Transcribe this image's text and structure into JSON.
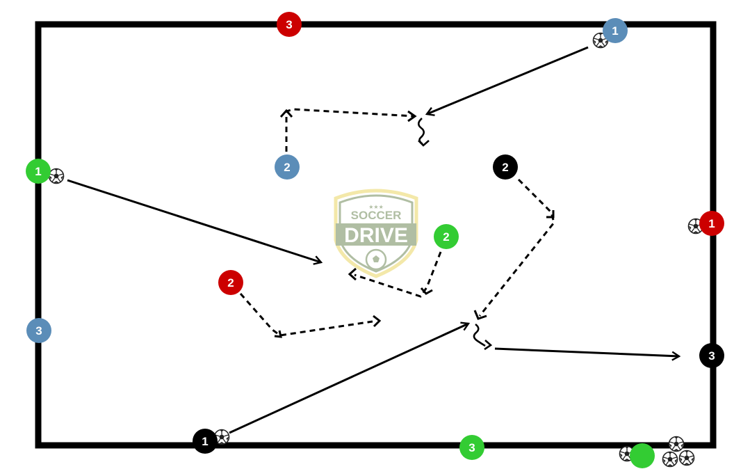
{
  "colors": {
    "field_line": "#000000",
    "red": "#cc0000",
    "blue": "#5b8db8",
    "green": "#33cc33",
    "black": "#000000",
    "player_text": "#ffffff",
    "logo_green": "#a8b89a",
    "logo_yellow": "#f2e6a0"
  },
  "watermark": {
    "line1": "SOCCER",
    "line2": "DRIVE",
    "stars": "★★★"
  },
  "players": [
    {
      "id": "red-3-top",
      "label": "3",
      "team": "red"
    },
    {
      "id": "blue-1",
      "label": "1",
      "team": "blue"
    },
    {
      "id": "blue-2",
      "label": "2",
      "team": "blue"
    },
    {
      "id": "blue-3",
      "label": "3",
      "team": "blue"
    },
    {
      "id": "green-1",
      "label": "1",
      "team": "green"
    },
    {
      "id": "green-2",
      "label": "2",
      "team": "green"
    },
    {
      "id": "green-3",
      "label": "3",
      "team": "green"
    },
    {
      "id": "green-extra",
      "label": "",
      "team": "green"
    },
    {
      "id": "red-1",
      "label": "1",
      "team": "red"
    },
    {
      "id": "red-2",
      "label": "2",
      "team": "red"
    },
    {
      "id": "black-1",
      "label": "1",
      "team": "black"
    },
    {
      "id": "black-2",
      "label": "2",
      "team": "black"
    },
    {
      "id": "black-3",
      "label": "3",
      "team": "black"
    }
  ],
  "balls": [
    {
      "id": "ball-blue-1"
    },
    {
      "id": "ball-green-1"
    },
    {
      "id": "ball-red-1"
    },
    {
      "id": "ball-black-1"
    },
    {
      "id": "ball-corner-a"
    },
    {
      "id": "ball-corner-b"
    },
    {
      "id": "ball-corner-c"
    },
    {
      "id": "ball-corner-d"
    }
  ],
  "movements": [
    {
      "id": "pass-blue1-to-center",
      "kind": "pass"
    },
    {
      "id": "pass-green1-to-center",
      "kind": "pass"
    },
    {
      "id": "pass-black1-to-center",
      "kind": "pass"
    },
    {
      "id": "pass-dribble-to-black3",
      "kind": "pass"
    },
    {
      "id": "run-blue2",
      "kind": "run"
    },
    {
      "id": "run-black2",
      "kind": "run"
    },
    {
      "id": "run-red2",
      "kind": "run"
    },
    {
      "id": "run-green2",
      "kind": "run"
    },
    {
      "id": "dribble-top",
      "kind": "dribble"
    },
    {
      "id": "dribble-bottom",
      "kind": "dribble"
    }
  ]
}
